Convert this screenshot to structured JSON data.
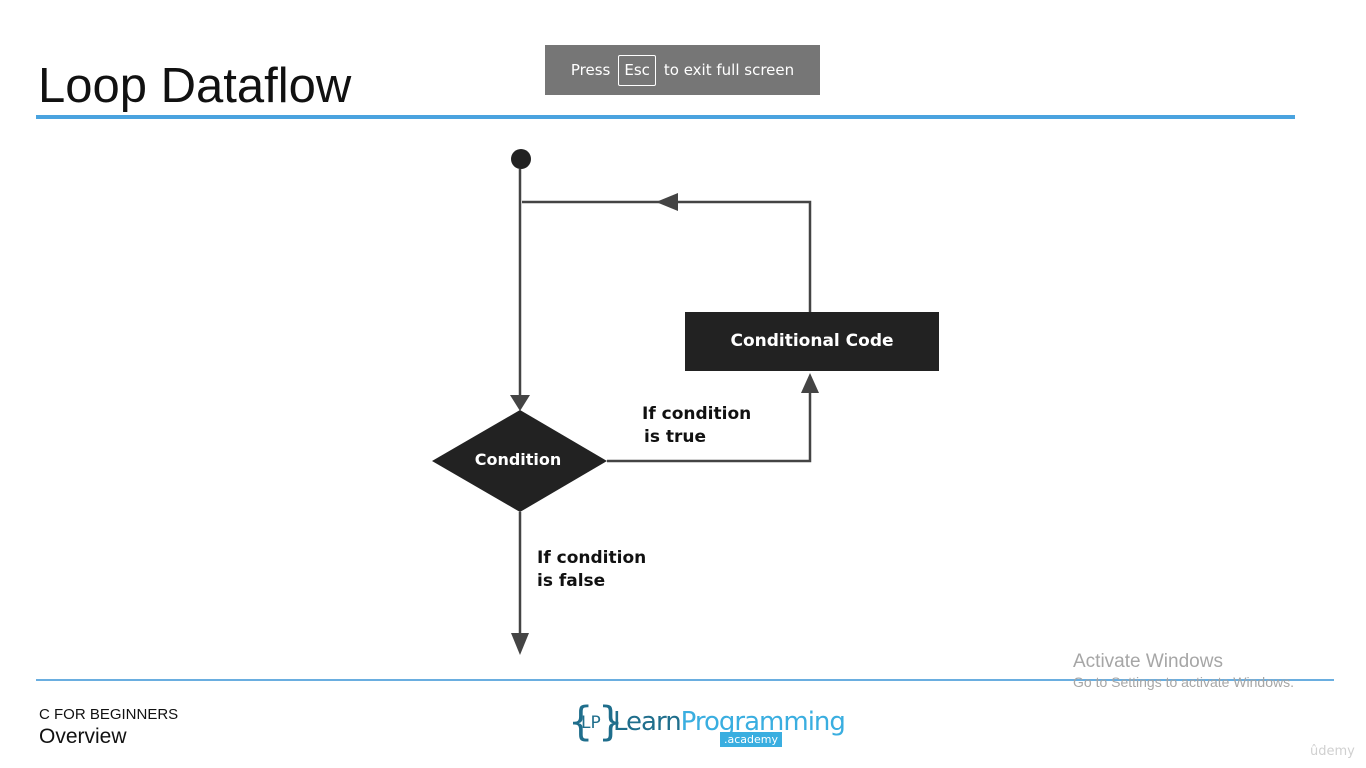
{
  "slide": {
    "title": "Loop Dataflow",
    "course": "C FOR BEGINNERS",
    "section": "Overview"
  },
  "fullscreen_notice": {
    "press": "Press",
    "key": "Esc",
    "suffix": "to exit full screen"
  },
  "diagram": {
    "process_label": "Conditional Code",
    "decision_label": "Condition",
    "true_label_line1": "If condition",
    "true_label_line2": "is true",
    "false_label_line1": "If condition",
    "false_label_line2": "is false"
  },
  "logo": {
    "lp": "LP",
    "learn": "Learn",
    "programming": "Programming",
    "academy": ".academy"
  },
  "watermark": {
    "activate_title": "Activate Windows",
    "activate_sub": "Go to Settings to activate Windows.",
    "udemy": "ûdemy"
  },
  "colors": {
    "accent_rule": "#4aa3df",
    "diagram_fill": "#222222",
    "toast_bg": "#767676"
  }
}
